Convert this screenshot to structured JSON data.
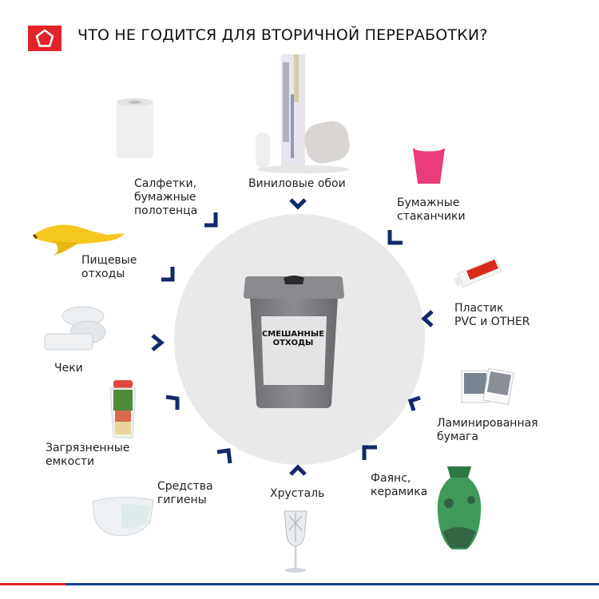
{
  "header": {
    "logo_icon": "pentagon-icon",
    "title": "ЧТО НЕ ГОДИТСЯ ДЛЯ ВТОРИЧНОЙ ПЕРЕРАБОТКИ?"
  },
  "center": {
    "bin_label_line1": "СМЕШАННЫЕ",
    "bin_label_line2": "ОТХОДЫ"
  },
  "items": [
    {
      "id": "vinyl-wallpaper",
      "line1": "Виниловые обои",
      "line2": ""
    },
    {
      "id": "paper-cups",
      "line1": "Бумажные",
      "line2": "стаканчики"
    },
    {
      "id": "plastic-pvc",
      "line1": "Пластик",
      "line2": "PVC и OTHER"
    },
    {
      "id": "laminated-paper",
      "line1": "Ламинированная",
      "line2": "бумага"
    },
    {
      "id": "faience-ceramics",
      "line1": "Фаянс,",
      "line2": "керамика"
    },
    {
      "id": "crystal",
      "line1": "Хрусталь",
      "line2": ""
    },
    {
      "id": "hygiene-products",
      "line1": "Средства",
      "line2": "гигиены"
    },
    {
      "id": "dirty-containers",
      "line1": "Загрязненные",
      "line2": "емкости"
    },
    {
      "id": "receipts",
      "line1": "Чеки",
      "line2": ""
    },
    {
      "id": "food-waste",
      "line1": "Пищевые",
      "line2": "отходы"
    },
    {
      "id": "napkins-towels",
      "line1": "Салфетки,",
      "line2": "бумажные",
      "line3": "полотенца"
    }
  ],
  "colors": {
    "accent_red": "#e32228",
    "arrow_navy": "#14296b",
    "circle_bg": "#e9e9ea",
    "bottom_line_blue": "#1a3d8f"
  }
}
